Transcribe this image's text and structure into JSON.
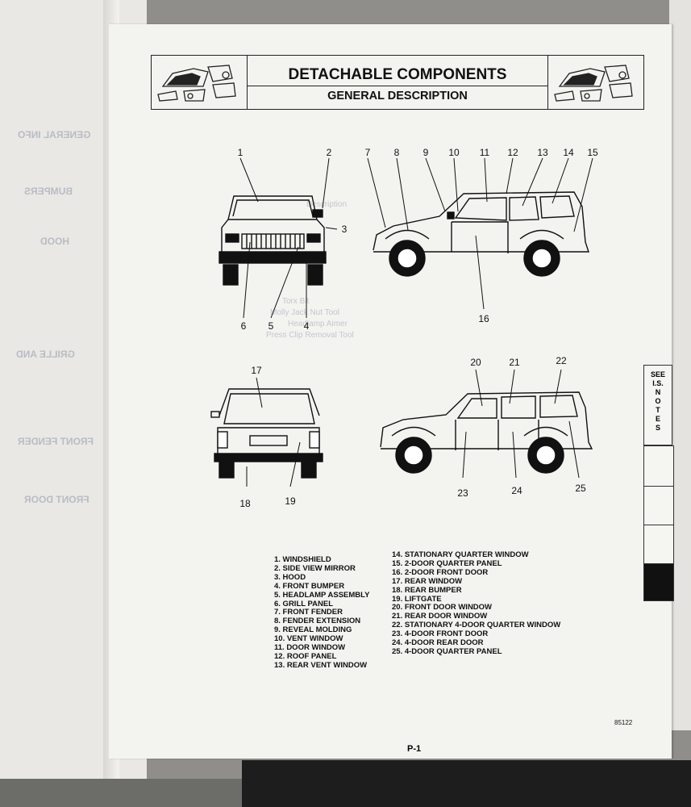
{
  "header": {
    "title": "DETACHABLE COMPONENTS",
    "subtitle": "GENERAL DESCRIPTION"
  },
  "side_tab": {
    "lines": [
      "SEE",
      "I.S.",
      "N",
      "O",
      "T",
      "E",
      "S"
    ]
  },
  "callouts": {
    "c1": "1",
    "c2": "2",
    "c3": "3",
    "c4": "4",
    "c5": "5",
    "c6": "6",
    "c7": "7",
    "c8": "8",
    "c9": "9",
    "c10": "10",
    "c11": "11",
    "c12": "12",
    "c13": "13",
    "c14": "14",
    "c15": "15",
    "c16": "16",
    "c17": "17",
    "c18": "18",
    "c19": "19",
    "c20": "20",
    "c21": "21",
    "c22": "22",
    "c23": "23",
    "c24": "24",
    "c25": "25"
  },
  "legend": {
    "left": [
      "1.  WINDSHIELD",
      "2.  SIDE VIEW MIRROR",
      "3.  HOOD",
      "4.  FRONT BUMPER",
      "5.  HEADLAMP ASSEMBLY",
      "6.  GRILL PANEL",
      "7.  FRONT FENDER",
      "8.  FENDER EXTENSION",
      "9.  REVEAL MOLDING",
      "10.  VENT WINDOW",
      "11.  DOOR WINDOW",
      "12.  ROOF PANEL",
      "13.  REAR VENT WINDOW"
    ],
    "right": [
      "14.  STATIONARY QUARTER WINDOW",
      "15.  2-DOOR QUARTER PANEL",
      "16.  2-DOOR FRONT DOOR",
      "17.  REAR WINDOW",
      "18.  REAR BUMPER",
      "19.  LIFTGATE",
      "20.  FRONT DOOR WINDOW",
      "21.  REAR DOOR WINDOW",
      "22.  STATIONARY 4-DOOR QUARTER WINDOW",
      "23.  4-DOOR FRONT DOOR",
      "24.  4-DOOR REAR DOOR",
      "25.  4-DOOR QUARTER PANEL"
    ]
  },
  "figure_code": "85122",
  "page_number": "P-1"
}
